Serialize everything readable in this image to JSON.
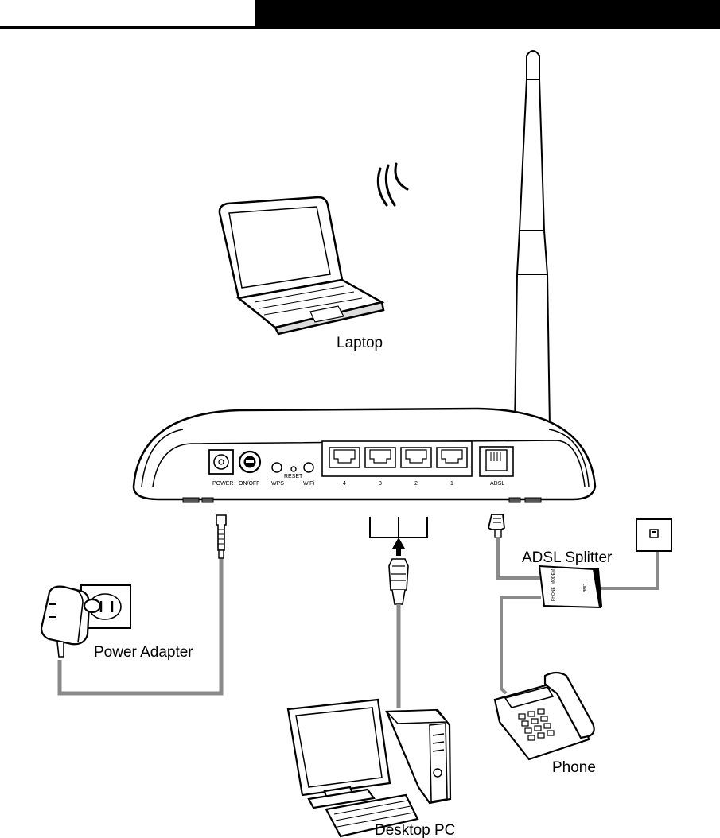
{
  "labels": {
    "laptop": "Laptop",
    "power_adapter": "Power Adapter",
    "desktop_pc": "Desktop PC",
    "phone": "Phone",
    "adsl_splitter": "ADSL Splitter"
  },
  "router_ports": {
    "power": "POWER",
    "on_off": "ON/OFF",
    "wps": "WPS",
    "reset": "RESET",
    "wifi": "WiFi",
    "lan4": "4",
    "lan3": "3",
    "lan2": "2",
    "lan1": "1",
    "adsl": "ADSL"
  },
  "splitter_ports": {
    "phone": "PHONE",
    "modem": "MODEM",
    "line": "LINE"
  },
  "colors": {
    "line": "#000000",
    "cable": "#8a8a8a",
    "header_bar": "#000000"
  }
}
